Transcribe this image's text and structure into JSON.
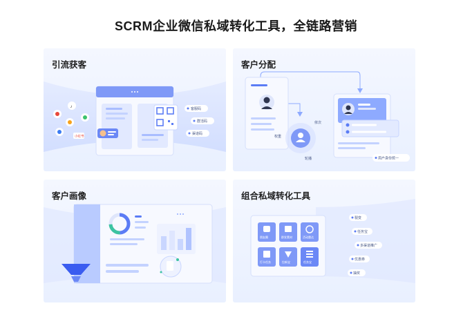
{
  "page": {
    "title": "SCRM企业微信私域转化工具，全链路营销"
  },
  "cards": {
    "acquisition": {
      "title": "引流获客",
      "tags": [
        "客服码",
        "群活码",
        "渠道码"
      ],
      "channel_badge": "小红书"
    },
    "distribution": {
      "title": "客户分配",
      "labels": {
        "weight": "权重",
        "sequence": "依次",
        "round_robin": "轮播",
        "identity": "用户身份统一"
      }
    },
    "portrait": {
      "title": "客户画像"
    },
    "tools": {
      "title": "组合私域转化工具",
      "tiles": [
        "朋友圈",
        "群发素材",
        "活动雷达",
        "打卡任务",
        "拉新宝",
        "任务宝"
      ],
      "tags": [
        "裂变",
        "任务宝",
        "多渠道推广",
        "优惠券",
        "抽奖"
      ]
    }
  },
  "colors": {
    "accent": "#5b7cf5",
    "accent_light": "#a9bdff",
    "card_bg": "#eef3ff"
  }
}
